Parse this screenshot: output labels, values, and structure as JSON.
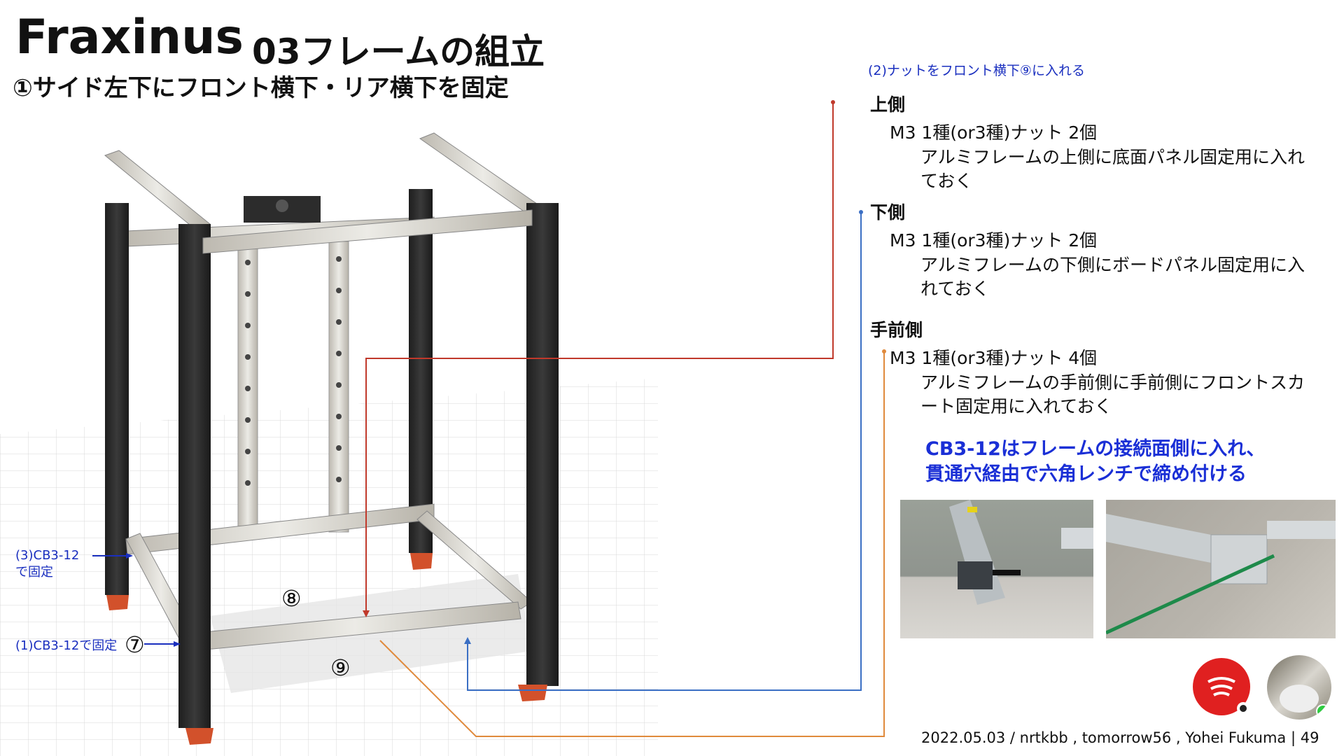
{
  "header": {
    "brand": "Fraxinus",
    "section_title": "03フレームの組立",
    "step_title": "①サイド左下にフロント横下・リア横下を固定"
  },
  "nut_note": "(2)ナットをフロント横下⑨に入れる",
  "sections": [
    {
      "heading": "上側",
      "item": "M3 1種(or3種)ナット 2個",
      "desc": "アルミフレームの上側に底面パネル固定用に入れておく",
      "line_color": "#c0392b"
    },
    {
      "heading": "下側",
      "item": "M3 1種(or3種)ナット 2個",
      "desc": "アルミフレームの下側にボードパネル固定用に入れておく",
      "line_color": "#3b6fc4"
    },
    {
      "heading": "手前側",
      "item": "M3 1種(or3種)ナット 4個",
      "desc": "アルミフレームの手前側に手前側にフロントスカート固定用に入れておく",
      "line_color": "#e08a3c"
    }
  ],
  "blue_note": {
    "line1": "CB3-12はフレームの接続面側に入れ、",
    "line2": "貫通穴経由で六角レンチで締め付ける"
  },
  "labels": {
    "cb3_fix_3_line1": "(3)CB3-12",
    "cb3_fix_3_line2": "で固定",
    "cb3_fix_1": "(1)CB3-12で固定",
    "num7": "⑦",
    "num8": "⑧",
    "num9": "⑨"
  },
  "footer": "2022.05.03 / nrtkbb , tomorrow56 , Yohei Fukuma | 49",
  "colors": {
    "frame_dark": "#2b2b2b",
    "aluminum": "#d9d6cf",
    "foot": "#d2512b",
    "accent_blue": "#1a2fd6",
    "logo_red": "#e02020"
  }
}
